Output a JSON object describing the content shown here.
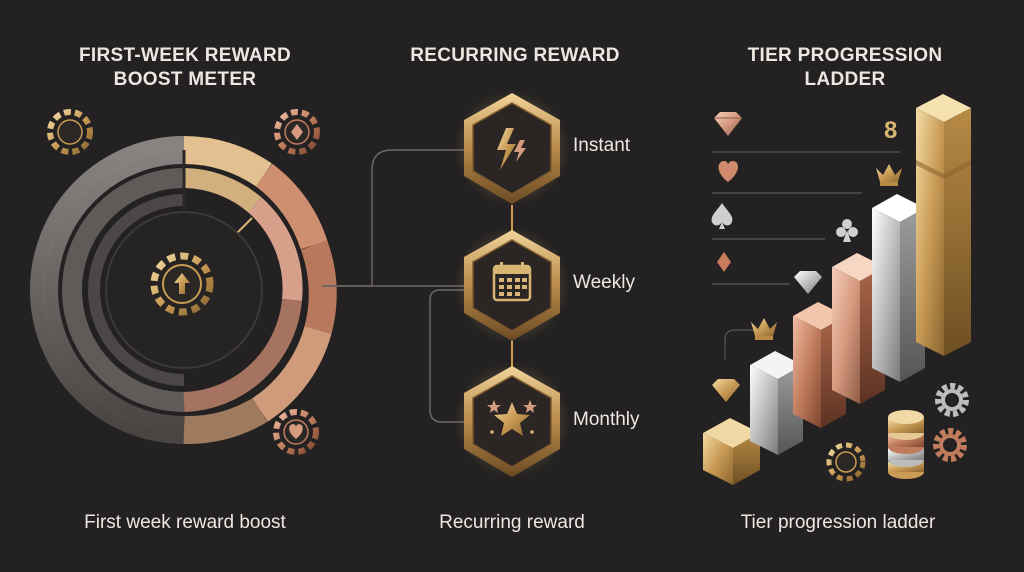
{
  "panels": {
    "meter": {
      "title_line1": "FIRST-WEEK REWARD",
      "title_line2": "BOOST METER",
      "caption": "First week reward boost"
    },
    "recurring": {
      "title": "RECURRING REWARD",
      "caption": "Recurring reward",
      "items": [
        {
          "label": "Instant",
          "icon": "lightning-icon"
        },
        {
          "label": "Weekly",
          "icon": "calendar-icon"
        },
        {
          "label": "Monthly",
          "icon": "star-icon"
        }
      ]
    },
    "ladder": {
      "title_line1": "TIER PROGRESSION",
      "title_line2": "LADDER",
      "caption": "Tier progression ladder",
      "level_number": "8"
    }
  },
  "colors": {
    "background": "#232121",
    "gold": "#d9b574",
    "copper": "#c98a6b",
    "silver": "#c9c9c9",
    "rose": "#e0a58b"
  }
}
